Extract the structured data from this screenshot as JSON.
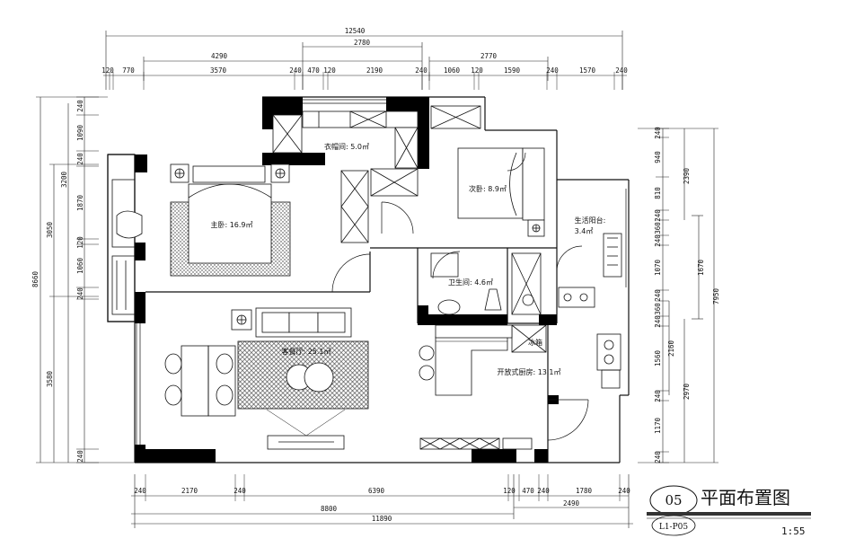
{
  "plan": {
    "rooms": {
      "master_bedroom": "主卧: 16.9㎡",
      "walkin_closet": "衣帽间: 5.0㎡",
      "second_bedroom": "次卧: 8.9㎡",
      "balcony": "生活阳台:",
      "balcony_area": "3.4㎡",
      "bathroom": "卫生间: 4.6㎡",
      "living_dining": "客餐厅: 25.1㎡",
      "kitchen": "开放式厨房: 13.1㎡",
      "fridge": "冰箱"
    },
    "top_dims": {
      "total": "12540",
      "mid_left": "4290",
      "mid_center": "2780",
      "mid_right": "2770",
      "segments": [
        "120",
        "770",
        "3570",
        "240",
        "470",
        "120",
        "2190",
        "240",
        "1060",
        "120",
        "1590",
        "240",
        "1570",
        "240"
      ]
    },
    "bottom_dims": {
      "segments": [
        "240",
        "2170",
        "240",
        "6390",
        "120",
        "470",
        "240",
        "1780",
        "240"
      ],
      "mid_left": "8800",
      "mid_right": "2490",
      "total": "11890"
    },
    "left_dims": {
      "total": "8660",
      "mid_upper": "3050",
      "mid_lower": "3580",
      "span_a": "3200",
      "segments": [
        "240",
        "1090",
        "240",
        "1870",
        "120",
        "1060",
        "240",
        "240"
      ]
    },
    "right_dims": {
      "total": "7950",
      "span_a": "2390",
      "span_b": "1670",
      "span_c": "2160",
      "span_d": "2970",
      "segments": [
        "240",
        "940",
        "810",
        "240",
        "360",
        "240",
        "1070",
        "240",
        "360",
        "240",
        "1560",
        "240",
        "1170",
        "240"
      ]
    }
  },
  "title_block": {
    "number": "05",
    "title": "平面布置图",
    "code": "L1-P05",
    "scale": "1:55"
  }
}
